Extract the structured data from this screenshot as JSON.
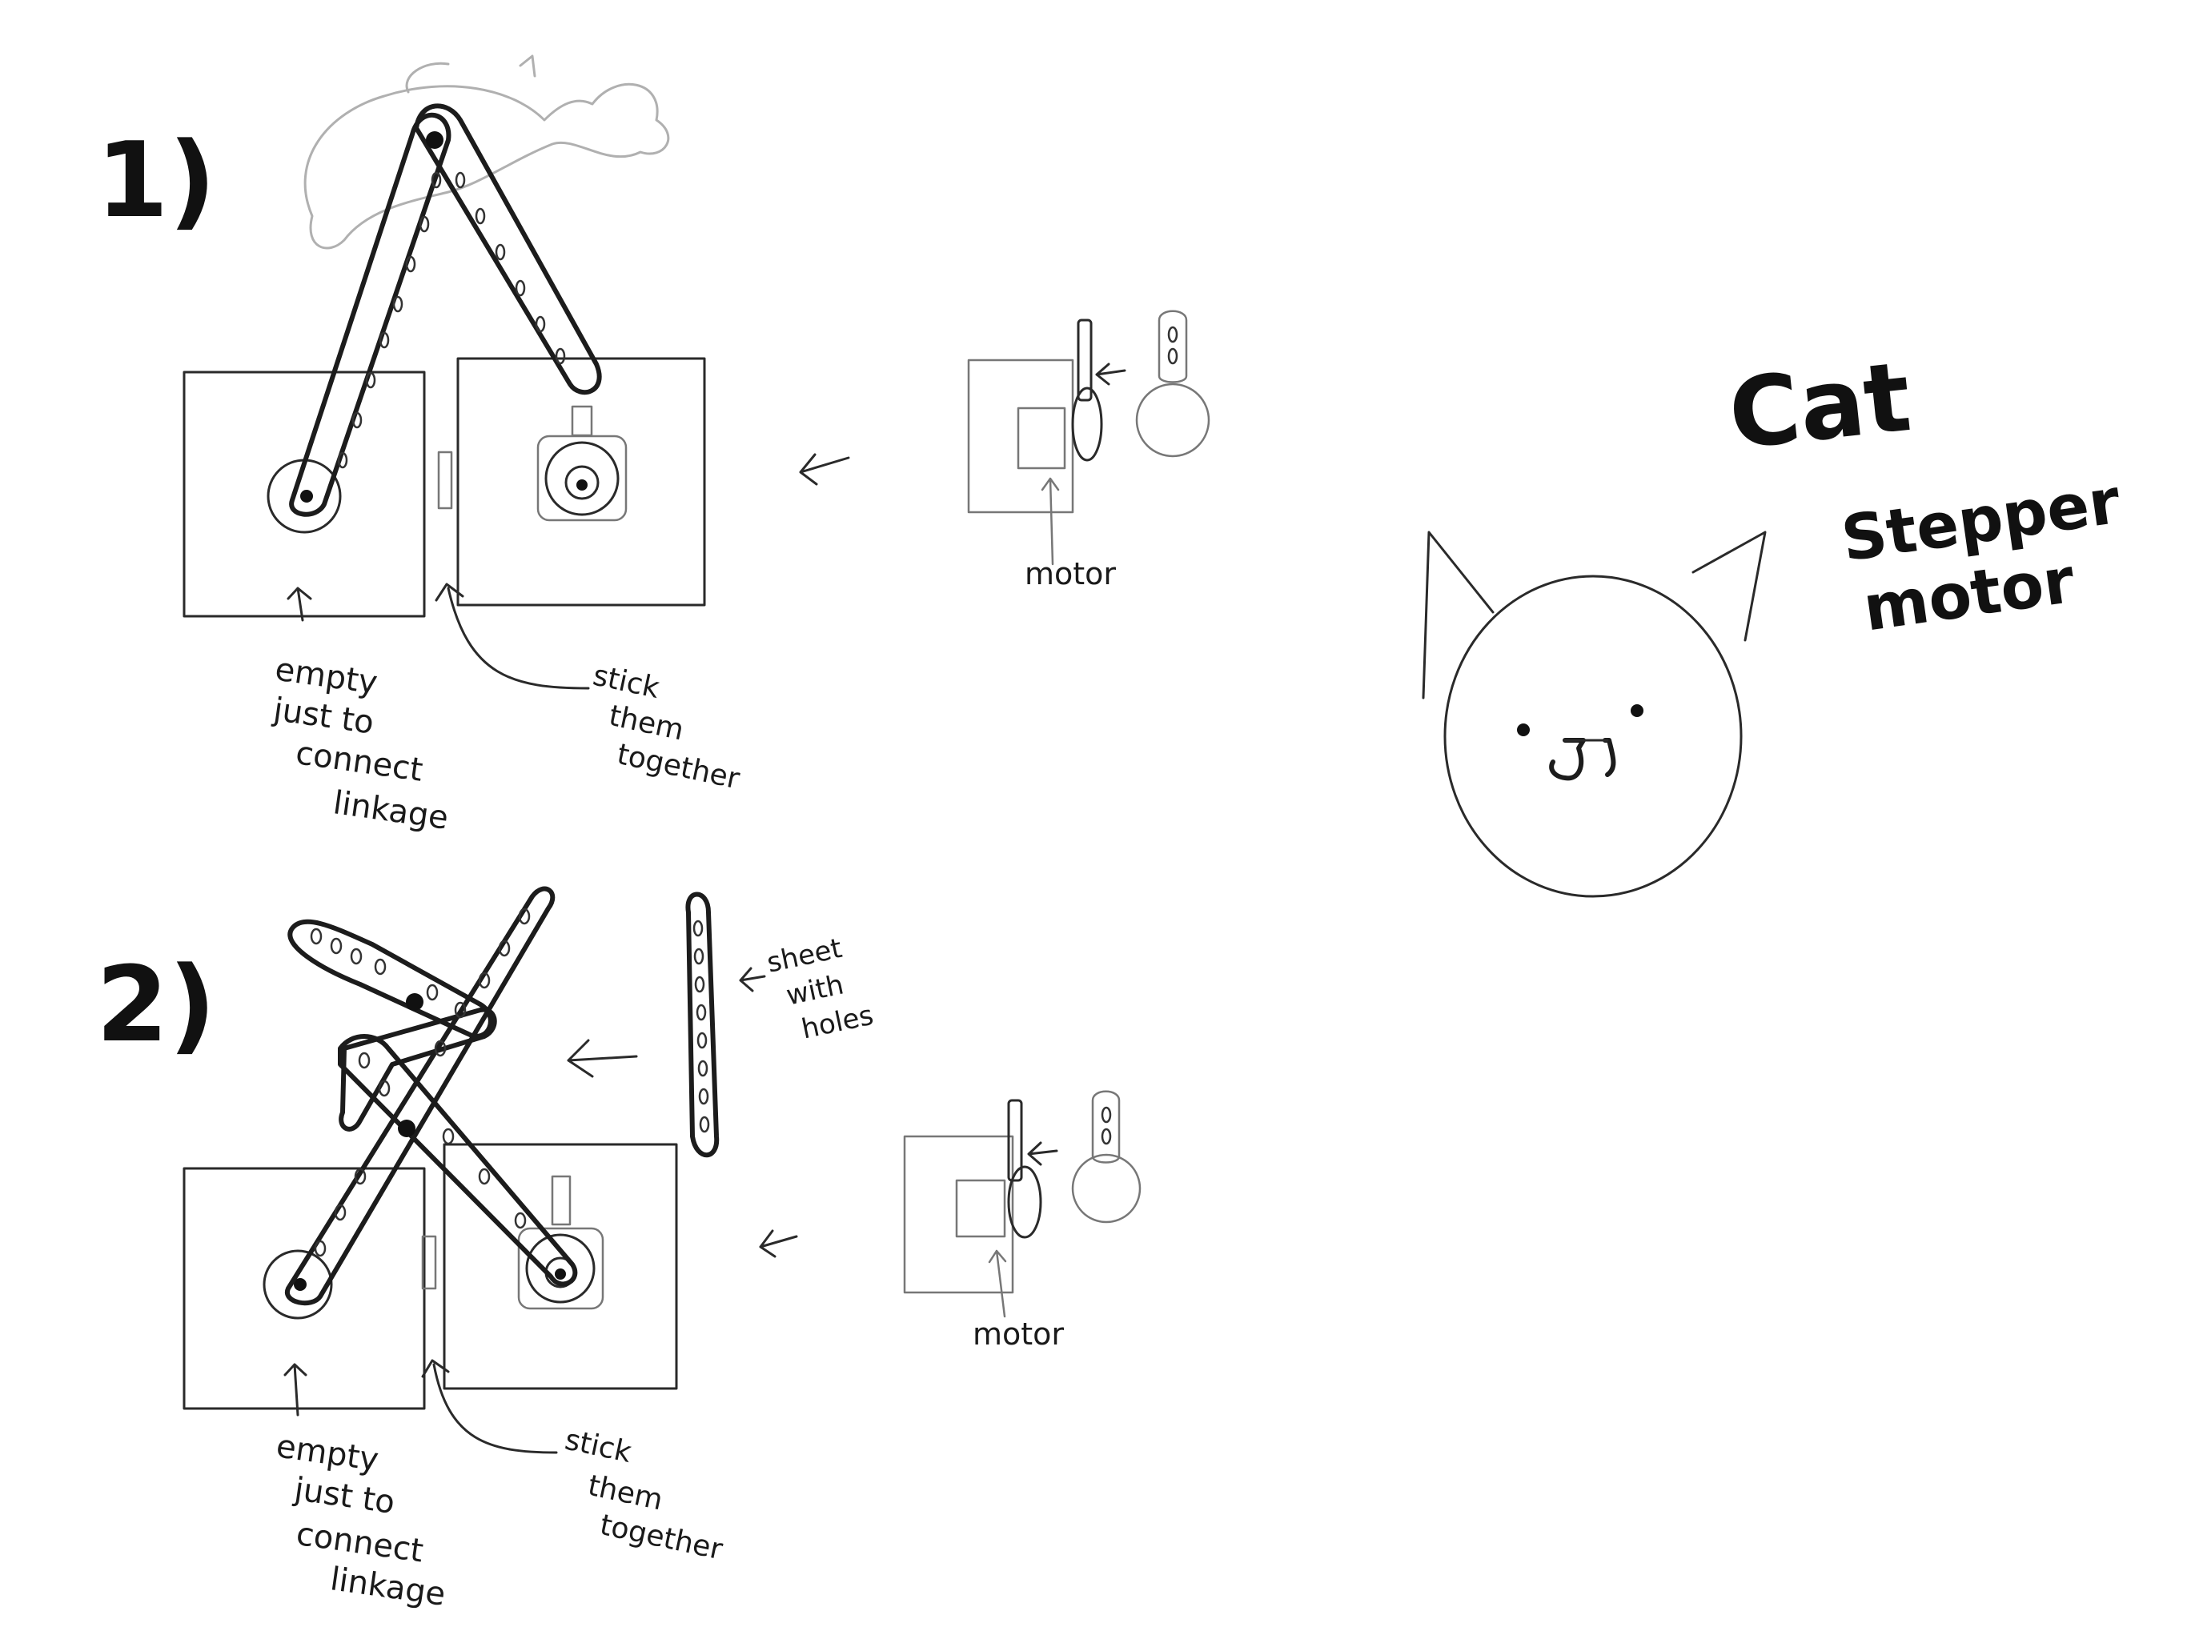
{
  "step1": {
    "number": "1)"
  },
  "step2": {
    "number": "2)"
  },
  "labels": {
    "empty_just_to_connect_linkage": [
      "empty",
      "just to",
      "connect",
      "linkage"
    ],
    "stick_them_together": [
      "stick",
      "them",
      "together"
    ],
    "motor": "motor",
    "sheet_with_holes": [
      "sheet",
      "with",
      "holes"
    ]
  },
  "cat": {
    "title": "Cat",
    "subtitle": [
      "Stepper",
      "motor"
    ]
  }
}
